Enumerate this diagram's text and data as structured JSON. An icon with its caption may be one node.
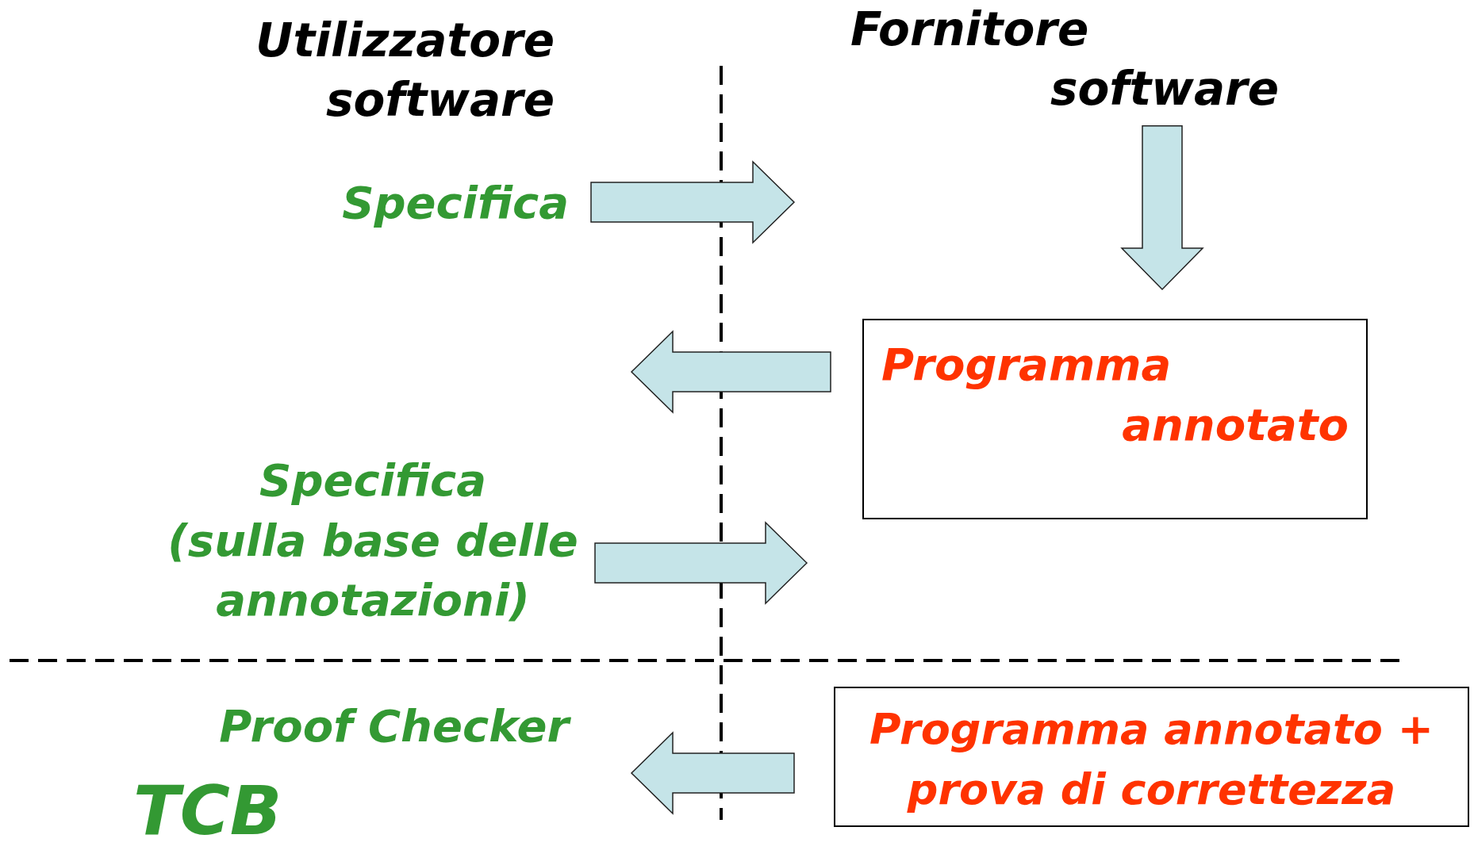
{
  "diagram": {
    "nodes": [
      {
        "text": [
          "Fornitore software"
        ]
      },
      {
        "text": [
          "Specifica"
        ]
      },
      {
        "text": [
          "Programma annotato"
        ]
      },
      {
        "text": [
          "Specifica",
          "(sulla base delle annotazioni)"
        ]
      },
      {
        "text": [
          "Proof Checker"
        ]
      },
      {
        "text": [
          "Programma annotato + prova di correttezza"
        ]
      }
    ],
    "edges": [
      {
        "from": 1,
        "to": null,
        "arrow": "to"
      },
      {
        "from": 0,
        "to": 2,
        "arrow": "to"
      },
      {
        "from": 2,
        "to": null,
        "arrow": "to"
      },
      {
        "from": 3,
        "to": null,
        "arrow": "to"
      },
      {
        "from": 5,
        "to": null,
        "arrow": "to"
      }
    ],
    "labels": [
      "Utilizzatore software",
      "TCB"
    ]
  }
}
